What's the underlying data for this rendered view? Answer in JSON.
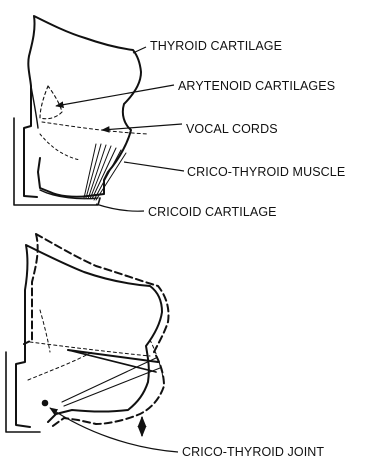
{
  "labels": {
    "thyroid_cartilage": "THYROID CARTILAGE",
    "arytenoid_cartilages": "ARYTENOID CARTILAGES",
    "vocal_cords": "VOCAL CORDS",
    "crico_thyroid_muscle": "CRICO-THYROID MUSCLE",
    "cricoid_cartilage": "CRICOID CARTILAGE",
    "crico_thyroid_joint": "CRICO-THYROID JOINT"
  },
  "colors": {
    "ink": "#111111",
    "background": "#ffffff"
  }
}
